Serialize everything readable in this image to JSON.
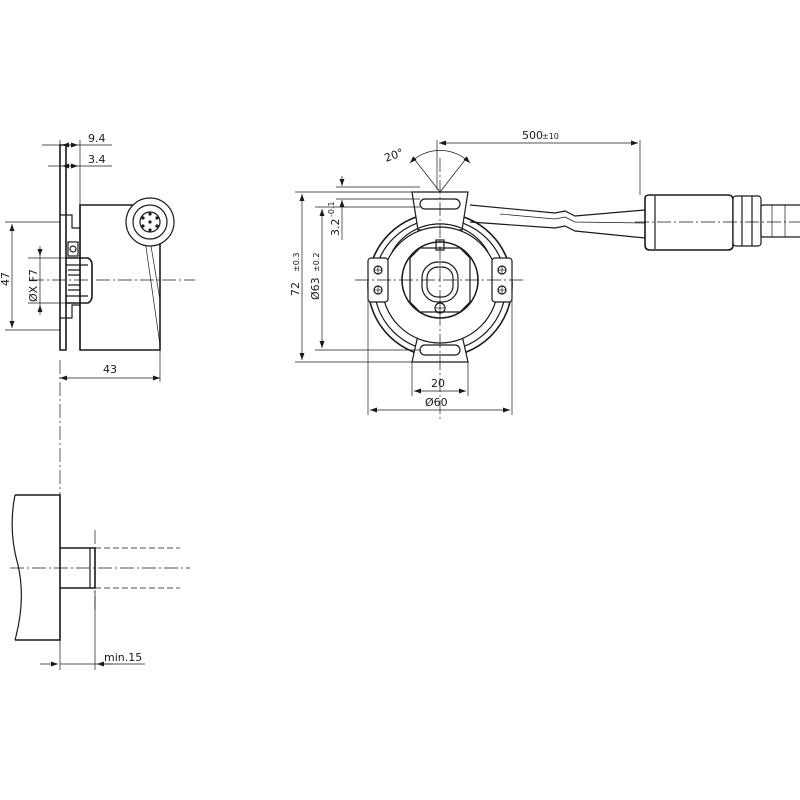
{
  "dimensions": {
    "d_9_4": "9.4",
    "d_3_4": "3.4",
    "d_47": "47",
    "d_bore": "ØX F7",
    "d_43": "43",
    "d_20_angle": "20°",
    "d_500": "500",
    "d_500_tol": "±10",
    "d_72": "72",
    "d_72_tol": "±0.3",
    "d_63": "Ø63",
    "d_63_tol": "±0.2",
    "d_3_2": "3.2",
    "d_3_2_tol": "-0.1",
    "d_20": "20",
    "d_60": "Ø60",
    "d_min15": "min.15"
  }
}
